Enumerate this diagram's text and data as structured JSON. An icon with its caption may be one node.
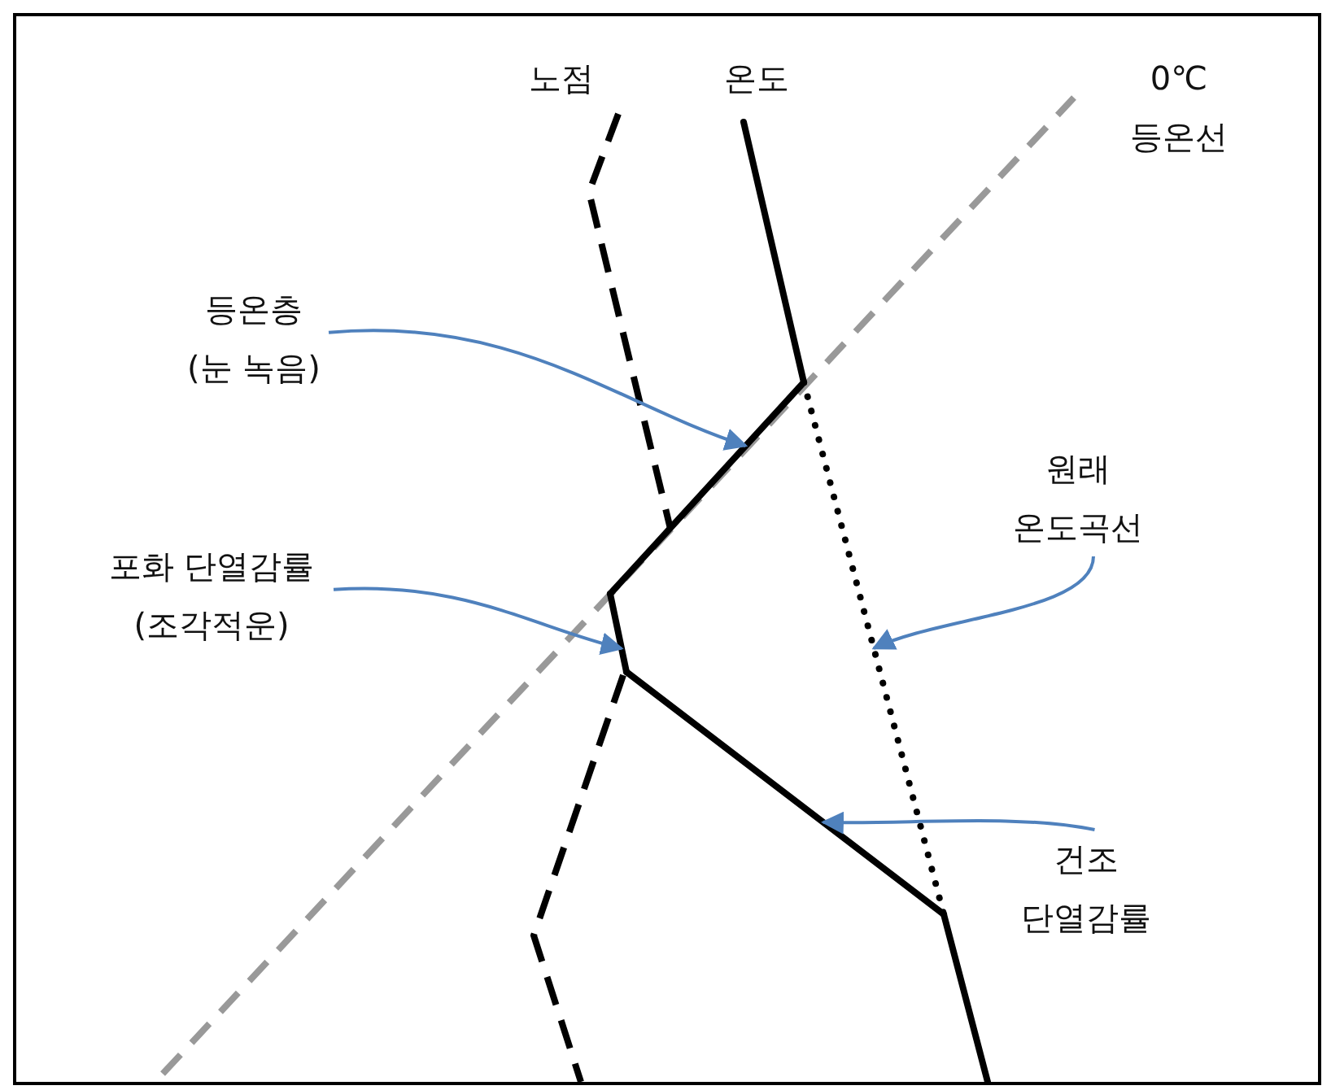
{
  "diagram": {
    "nodes": [
      {
        "text": [
          "등온층 (눈 녹음)"
        ]
      },
      {
        "text": [
          "포화 단열감률 (조각적운)"
        ]
      },
      {
        "text": [
          "원래 온도곡선"
        ]
      },
      {
        "text": [
          "건조 단열감률"
        ]
      },
      {
        "text": [],
        "shape": "line"
      },
      {
        "text": [],
        "shape": "line"
      },
      {
        "text": [],
        "shape": "line"
      },
      {
        "text": [],
        "shape": "line"
      }
    ],
    "edges": [
      {
        "from": 0,
        "to": 4,
        "arrow": "to"
      },
      {
        "from": 1,
        "to": 5,
        "arrow": "to"
      },
      {
        "from": 2,
        "to": 7,
        "arrow": "to"
      },
      {
        "from": 3,
        "to": 6,
        "arrow": "to"
      }
    ],
    "labels": [
      "노점",
      "온도",
      "0℃ 등온선"
    ]
  }
}
